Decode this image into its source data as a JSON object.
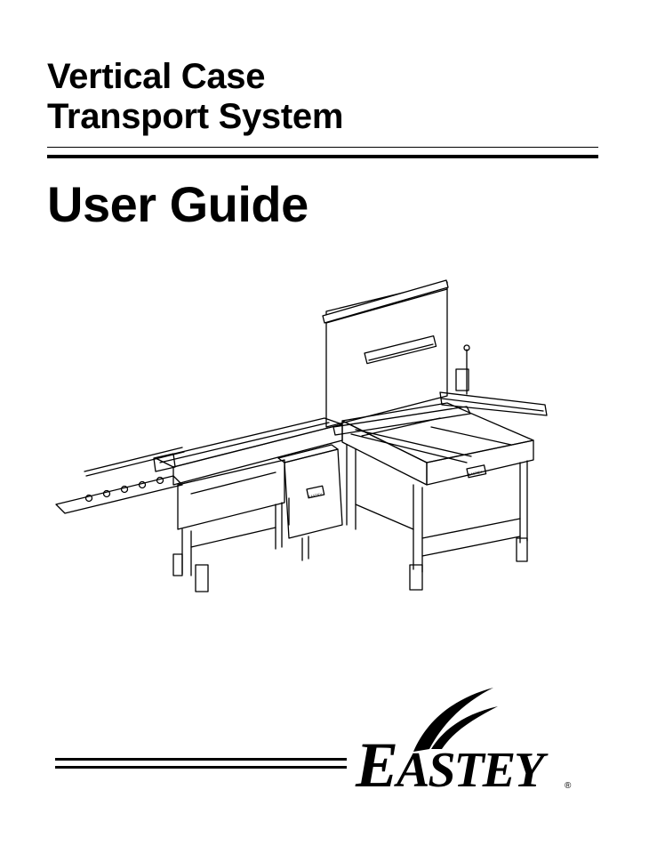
{
  "cover": {
    "title_line1": "Vertical Case",
    "title_line2": "Transport System",
    "subtitle": "User Guide"
  },
  "illustration": {
    "panel_label": "EASTEY"
  },
  "brand": {
    "logo_text_first": "E",
    "logo_text_rest": "ASTEY",
    "registered_mark": "®"
  }
}
